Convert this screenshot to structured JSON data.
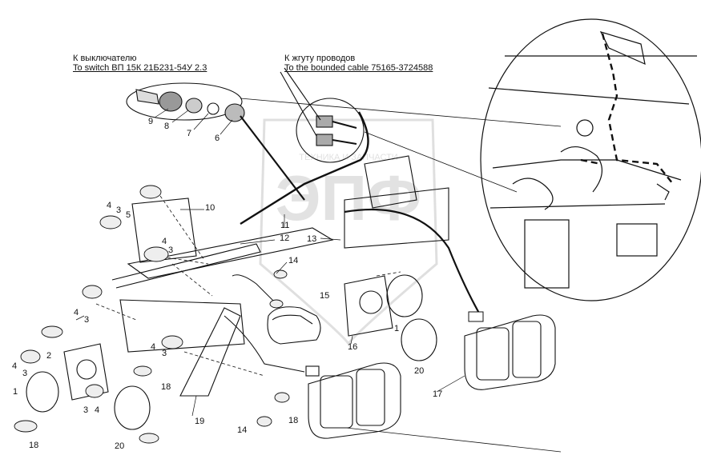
{
  "callouts": {
    "switch_ru": "К выключателю",
    "switch_en": "To switch ВП 15К 21Б231-54У 2.3",
    "harness_ru": "К жгуту проводов",
    "harness_en": "To the bounded cable 75165-3724588"
  },
  "watermark": {
    "text": "ТЕХНИКА И ЗАПЧАСТИ",
    "letters": "ЭПФ"
  },
  "part_numbers": {
    "n9": "9",
    "n8": "8",
    "n7": "7",
    "n6": "6",
    "n10": "10",
    "n11": "11",
    "n12": "12",
    "n13": "13",
    "n14a": "14",
    "n14b": "14",
    "n15": "15",
    "n16": "16",
    "n17": "17",
    "n18a": "18",
    "n18b": "18",
    "n18c": "18",
    "n19": "19",
    "n20a": "20",
    "n20b": "20",
    "n1a": "1",
    "n1b": "1",
    "n2": "2",
    "n3a": "3",
    "n3b": "3",
    "n3c": "3",
    "n3d": "3",
    "n3e": "3",
    "n3f": "3",
    "n4a": "4",
    "n4b": "4",
    "n4c": "4",
    "n4d": "4",
    "n4e": "4",
    "n4f": "4",
    "n5": "5"
  }
}
